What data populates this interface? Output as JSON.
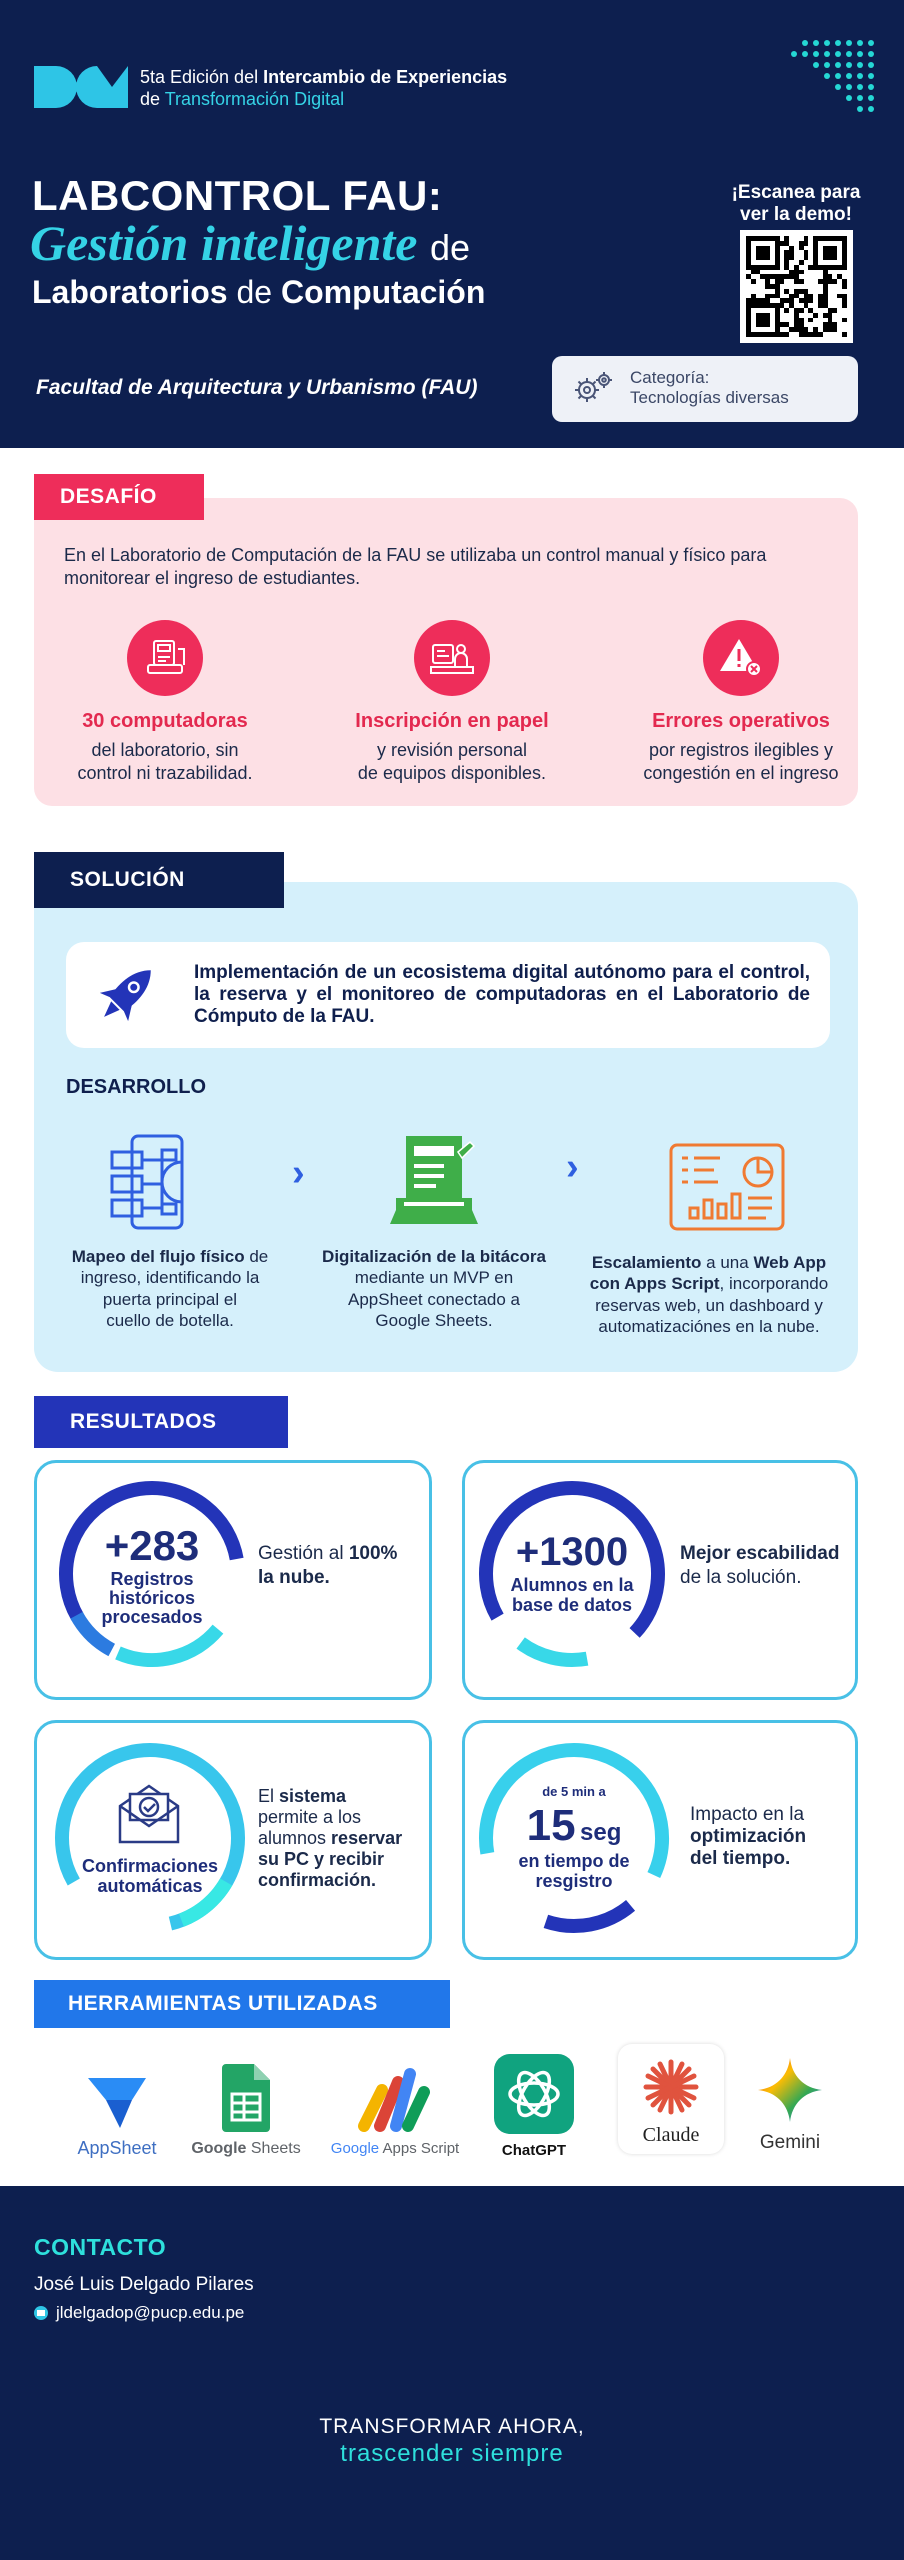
{
  "header": {
    "edition_pre": "5ta Edición del ",
    "edition_bold": "Intercambio de Experiencias",
    "edition_line2_pre": "de ",
    "edition_line2_accent": "Transformación Digital",
    "title_line1": "LABCONTROL FAU:",
    "title_line2_accent": "Gestión inteligente",
    "title_line2_de": "de",
    "title_line3_a": "Laboratorios",
    "title_line3_de": "de",
    "title_line3_b": "Computación",
    "qr_caption_line1": "¡Escanea para",
    "qr_caption_line2": "ver la demo!",
    "faculty": "Facultad de Arquitectura y Urbanismo (FAU)",
    "category_label": "Categoría:",
    "category_value": "Tecnologías diversas"
  },
  "desafio": {
    "tag": "DESAFÍO",
    "intro": "En el Laboratorio de Computación de la FAU se utilizaba un control manual y físico para monitorear el ingreso de estudiantes.",
    "items": [
      {
        "icon": "computer-icon",
        "title": "30 computadoras",
        "line1": "del laboratorio, sin",
        "line2": "control ni trazabilidad."
      },
      {
        "icon": "paper-registration-icon",
        "title": "Inscripción en papel",
        "line1": "y revisión personal",
        "line2": "de equipos disponibles."
      },
      {
        "icon": "error-warning-icon",
        "title": "Errores operativos",
        "line1": "por registros ilegibles y",
        "line2": "congestión en el ingreso"
      }
    ]
  },
  "solucion": {
    "tag": "SOLUCIÓN",
    "statement": "Implementación de un ecosistema digital autónomo para el control, la reserva y el monitoreo de computadoras en el Laboratorio de Cómputo de la FAU.",
    "desarrollo_heading": "DESARROLLO",
    "steps": [
      {
        "bold": "Mapeo del flujo físico",
        "rest1": " de",
        "line2": "ingreso, identificando la",
        "line3": "puerta principal el",
        "line4": "cuello de botella."
      },
      {
        "bold": "Digitalización de la bitácora",
        "line2": "mediante un MVP en",
        "line3": "AppSheet conectado a",
        "line4": "Google Sheets."
      },
      {
        "bold1": "Escalamiento",
        "mid": " a una ",
        "bold2": "Web App",
        "bold3": "con Apps Script",
        "rest": ", incorporando",
        "line3": "reservas web, un dashboard y",
        "line4": "automatizaciónes en la nube."
      }
    ],
    "arrow_glyph": "›"
  },
  "resultados": {
    "tag": "RESULTADOS",
    "cards": [
      {
        "number": "+283",
        "label1": "Registros",
        "label2": "históricos",
        "label3": "procesados",
        "text_pre": "Gestión al ",
        "text_bold": "100%",
        "text_line2": "la nube."
      },
      {
        "number": "+1300",
        "label1": "Alumnos en la",
        "label2": "base de datos",
        "text_bold": "Mejor escabilidad",
        "text_line2": "de la solución."
      },
      {
        "label1": "Confirmaciones",
        "label2": "automáticas",
        "t1_pre": "El ",
        "t1_bold": "sistema",
        "t2": "permite a los",
        "t3_pre": "alumnos ",
        "t3_bold": "reservar",
        "t4_bold": "su PC y recibir",
        "t5_bold": "confirmación."
      },
      {
        "small": "de 5 min a",
        "number": "15",
        "unit": "seg",
        "label1": "en tiempo de",
        "label2": "resgistro",
        "t1": "Impacto en la",
        "t2_bold": "optimización",
        "t3_bold": "del tiempo."
      }
    ]
  },
  "herramientas": {
    "tag": "HERRAMIENTAS UTILIZADAS",
    "tools": [
      "AppSheet",
      "Google Sheets",
      "Apps Script",
      "ChatGPT",
      "Claude",
      "Gemini"
    ],
    "google_word": "Google",
    "sheets_word": "Sheets"
  },
  "contacto": {
    "heading": "CONTACTO",
    "name": "José Luis Delgado Pilares",
    "email": "jldelgadop@pucp.edu.pe",
    "slogan1": "TRANSFORMAR AHORA,",
    "slogan2": "trascender siempre"
  },
  "colors": {
    "navy": "#0d1f4f",
    "cyan": "#2ec5e6",
    "pink_red": "#ee2d5a",
    "royal_blue": "#2334b8"
  }
}
